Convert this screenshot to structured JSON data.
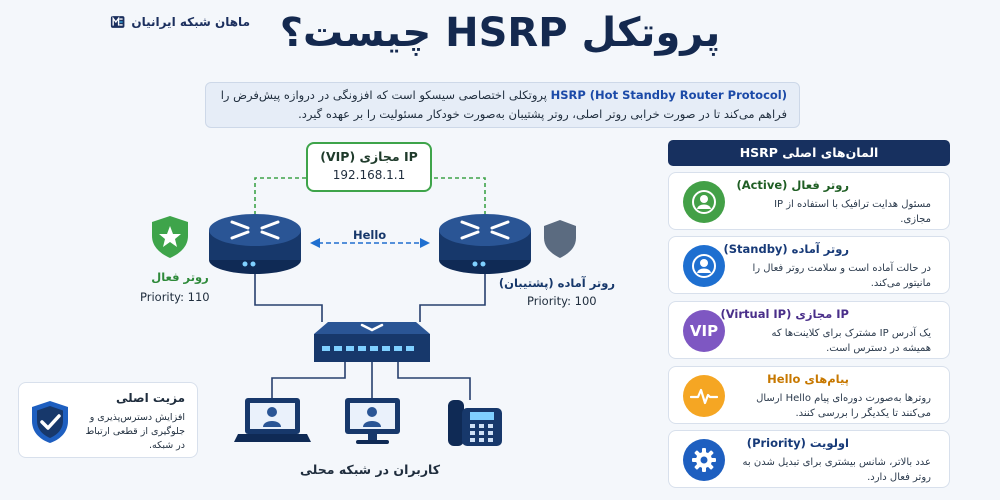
{
  "brand": {
    "name": "ماهان شبکه ایرانیان"
  },
  "title": "پروتکل HSRP چیست؟",
  "intro": {
    "highlight": "HSRP (Hot Standby Router Protocol)",
    "text": "پروتکلی اختصاصی سیسکو است که افزونگی در دروازه پیش‌فرض را فراهم می‌کند تا در صورت خرابی روتر اصلی، روتر پشتیبان به‌صورت خودکار مسئولیت را بر عهده گیرد."
  },
  "diagram": {
    "vip_label": "IP مجازی (VIP)",
    "vip_address": "192.168.1.1",
    "hello_label": "Hello",
    "active_router": {
      "name": "روتر فعال",
      "priority": "Priority: 110"
    },
    "standby_router": {
      "name": "روتر آماده (پشتیبان)",
      "priority": "Priority: 100"
    },
    "lan_users": "کاربران در شبکه محلی"
  },
  "benefit": {
    "title": "مزیت اصلی",
    "text": "افزایش دسترس‌پذیری و جلوگیری از قطعی ارتباط در شبکه."
  },
  "panel": {
    "heading": "المان‌های اصلی HSRP",
    "items": [
      {
        "title": "روتر فعال (Active)",
        "desc": "مسئول هدایت ترافیک با استفاده از IP مجازی.",
        "icon": "user-icon",
        "color": "#43a047",
        "title_color": "#1f5e24"
      },
      {
        "title": "روتر آماده (Standby)",
        "desc": "در حالت آماده است و سلامت روتر فعال را مانیتور می‌کند.",
        "icon": "user-icon",
        "color": "#1e6fd0",
        "title_color": "#173a78"
      },
      {
        "title": "IP مجازی (Virtual IP)",
        "desc": "یک آدرس IP مشترک برای کلاینت‌ها که همیشه در دسترس است.",
        "icon": "vip-icon",
        "icon_text": "VIP",
        "color": "#7e57c2",
        "title_color": "#4a2f8a"
      },
      {
        "title": "پیام‌های Hello",
        "desc": "روترها به‌صورت دوره‌ای پیام Hello ارسال می‌کنند تا یکدیگر را بررسی کنند.",
        "icon": "pulse-icon",
        "color": "#f5a623",
        "title_color": "#c77800"
      },
      {
        "title": "اولویت (Priority)",
        "desc": "عدد بالاتر، شانس بیشتری برای تبدیل شدن به روتر فعال دارد.",
        "icon": "gear-icon",
        "color": "#1e5fc0",
        "title_color": "#173a78"
      }
    ]
  }
}
